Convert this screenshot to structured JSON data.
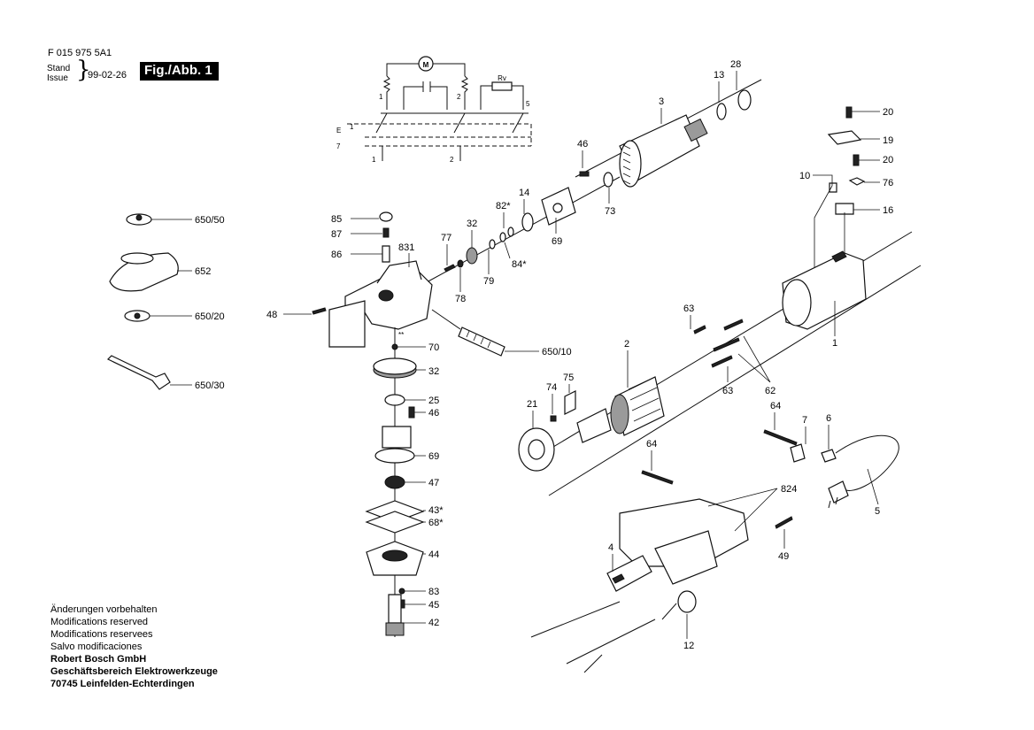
{
  "header": {
    "doc_number": "F 015 975 5A1",
    "stand_label": "Stand",
    "issue_label": "Issue",
    "brace": "}",
    "date": "99-02-26",
    "figure_label": "Fig./Abb. 1"
  },
  "footer": {
    "lines": [
      "Änderungen vorbehalten",
      "Modifications reserved",
      "Modifications reservees",
      "Salvo modificaciones"
    ],
    "bold_lines": [
      "Robert Bosch GmbH",
      "Geschäftsbereich Elektrowerkzeuge",
      "70745 Leinfelden-Echterdingen"
    ]
  },
  "schematic": {
    "motor_symbol": "M",
    "resistor_label": "Rv",
    "terminals": [
      "1",
      "2",
      "5"
    ],
    "bottom_marks": [
      "1",
      "2"
    ],
    "side_marks": [
      "E",
      "7",
      "1"
    ]
  },
  "callouts": {
    "c3": "3",
    "c13": "13",
    "c28": "28",
    "c20a": "20",
    "c19": "19",
    "c20b": "20",
    "c76": "76",
    "c10": "10",
    "c16": "16",
    "c46a": "46",
    "c73": "73",
    "c14": "14",
    "c69a": "69",
    "c82": "82*",
    "c32a": "32",
    "c84": "84*",
    "c79": "79",
    "c77": "77",
    "c78": "78",
    "c85": "85",
    "c87": "87",
    "c86": "86",
    "c831": "831",
    "c48": "48",
    "c650_50": "650/50",
    "c652": "652",
    "c650_20": "650/20",
    "c650_30": "650/30",
    "c70": "70",
    "c32b": "32",
    "c25": "25",
    "c46b": "46",
    "c69b": "69",
    "c47": "47",
    "c43": "43*",
    "c68": "68*",
    "c44": "44",
    "c83": "83",
    "c45": "45",
    "c42": "42",
    "c650_10": "650/10",
    "c1": "1",
    "c63a": "63",
    "c63b": "63",
    "c62": "62",
    "c2": "2",
    "c74": "74",
    "c75": "75",
    "c21": "21",
    "c64a": "64",
    "c7": "7",
    "c6": "6",
    "c5": "5",
    "c64b": "64",
    "c824": "824",
    "c49": "49",
    "c4": "4",
    "c12": "12",
    "c_star": "**"
  }
}
